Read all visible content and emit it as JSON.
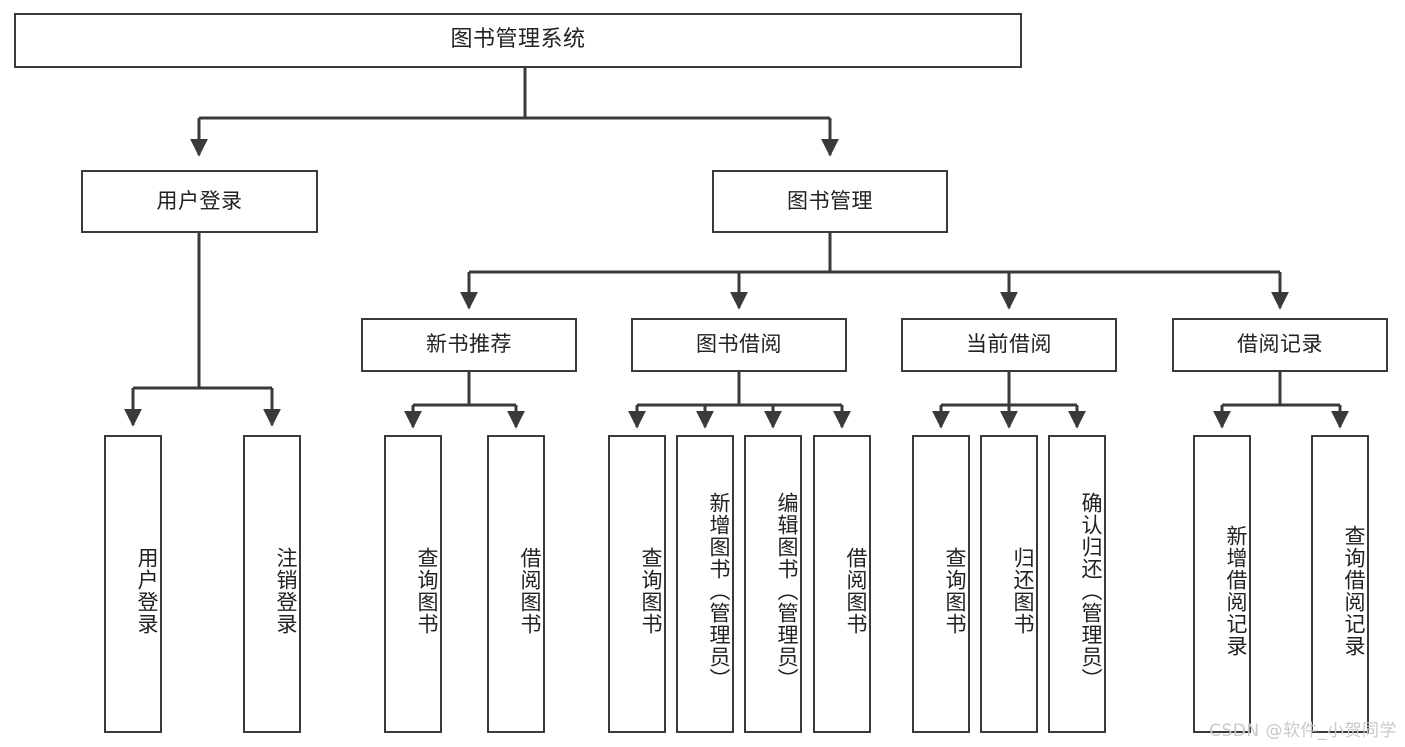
{
  "diagram": {
    "title": "图书管理系统",
    "watermark": "CSDN @软件_小贺同学",
    "stroke_color": "#3a3a3a",
    "text_color": "#222222",
    "background_color": "#ffffff",
    "watermark_color": "#c9c9c9",
    "type": "tree",
    "levels": 4
  },
  "nodes": {
    "root": {
      "label": "图书管理系统"
    },
    "level1": [
      {
        "label": "用户登录"
      },
      {
        "label": "图书管理"
      }
    ],
    "level2": [
      {
        "label": "新书推荐"
      },
      {
        "label": "图书借阅"
      },
      {
        "label": "当前借阅"
      },
      {
        "label": "借阅记录"
      }
    ],
    "leaves": {
      "user_login": [
        {
          "label": "用户登录"
        },
        {
          "label": "注销登录"
        }
      ],
      "new_book_recommend": [
        {
          "label": "查询图书"
        },
        {
          "label": "借阅图书"
        }
      ],
      "book_borrow": [
        {
          "label": "查询图书"
        },
        {
          "label": "新增图书（管理员）"
        },
        {
          "label": "编辑图书（管理员）"
        },
        {
          "label": "借阅图书"
        }
      ],
      "current_borrow": [
        {
          "label": "查询图书"
        },
        {
          "label": "归还图书"
        },
        {
          "label": "确认归还（管理员）"
        }
      ],
      "borrow_record": [
        {
          "label": "新增借阅记录"
        },
        {
          "label": "查询借阅记录"
        }
      ]
    }
  }
}
